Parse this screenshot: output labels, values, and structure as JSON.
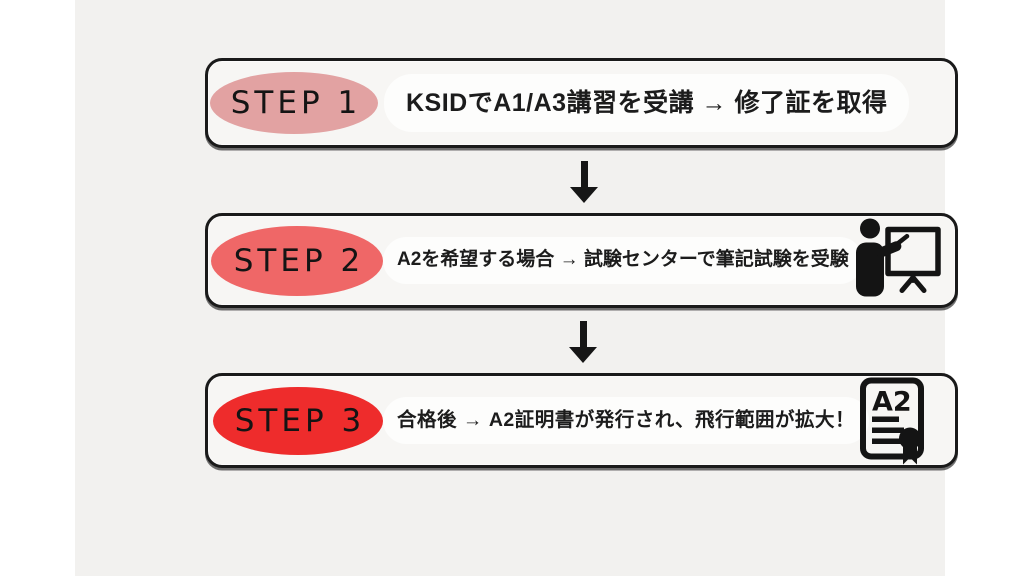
{
  "page": {
    "canvas_color": "#f2f1ef",
    "margin_color": "#ffffff",
    "outline_color": "#1a1a1a"
  },
  "steps": [
    {
      "badge_label": "STEP 1",
      "badge_color": "#e2a2a2",
      "text": "KSIDでA1/A3講習を受講 → 修了証を取得"
    },
    {
      "badge_label": "STEP 2",
      "badge_color": "#ef6767",
      "text": "A2を希望する場合 → 試験センターで筆記試験を受験",
      "icon": "presenter-whiteboard-icon"
    },
    {
      "badge_label": "STEP 3",
      "badge_color": "#ee2c2c",
      "text": "合格後 → A2証明書が発行され、飛行範囲が拡大！",
      "icon": "a2-certificate-icon",
      "icon_label": "A2"
    }
  ],
  "connectors": [
    {
      "direction": "down"
    },
    {
      "direction": "down"
    }
  ]
}
